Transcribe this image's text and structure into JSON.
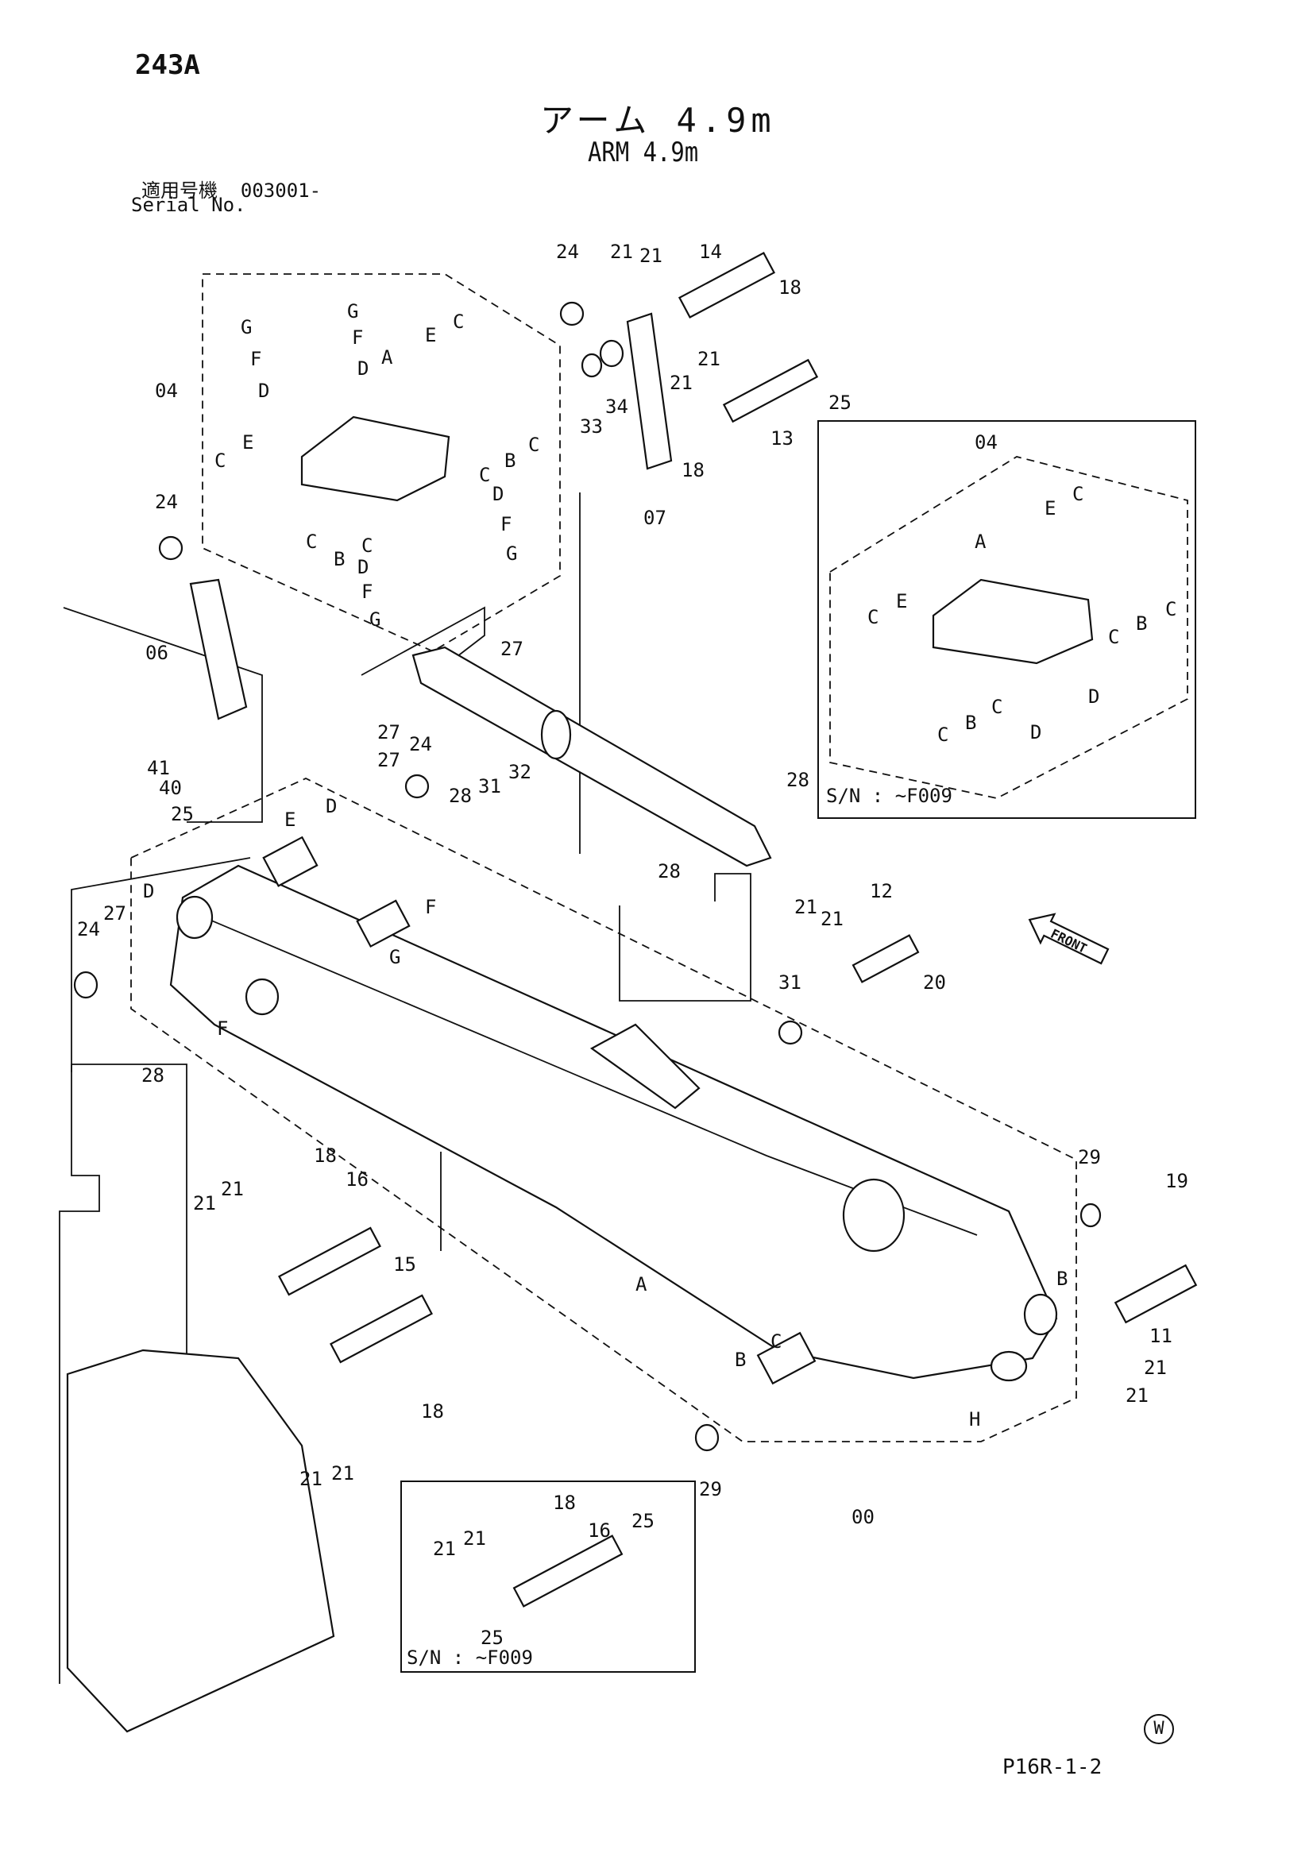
{
  "header": {
    "page_code": "243A",
    "title_jp": "アーム 4.9m",
    "title_en": "ARM 4.9m",
    "serial_label_jp": "適用号機",
    "serial_value": "003001-",
    "serial_label_en": "Serial No."
  },
  "insets": {
    "top_right_serial": "S/N : ~F009",
    "bottom_serial": "S/N : ~F009",
    "front_arrow": "FRONT"
  },
  "footer": {
    "ref": "P16R-1-2",
    "mark": "W"
  },
  "callouts": [
    "00",
    "04",
    "06",
    "07",
    "11",
    "12",
    "13",
    "14",
    "15",
    "16",
    "18",
    "19",
    "20",
    "21",
    "24",
    "25",
    "27",
    "28",
    "29",
    "31",
    "32",
    "33",
    "34",
    "40",
    "41",
    "A",
    "B",
    "C",
    "D",
    "E",
    "F",
    "G",
    "H"
  ]
}
